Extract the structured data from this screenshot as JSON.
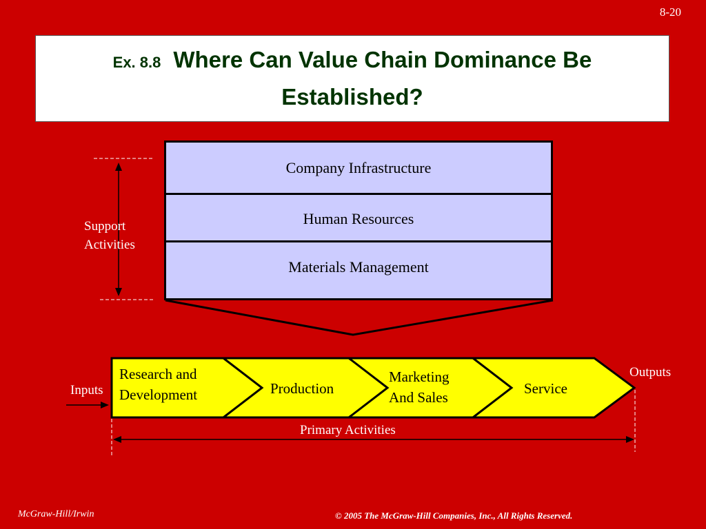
{
  "page_number": "8-20",
  "title": {
    "prefix": "Ex. 8.8",
    "text": "Where Can Value Chain Dominance Be Established?"
  },
  "support": {
    "label_line1": "Support",
    "label_line2": "Activities",
    "items": [
      "Company Infrastructure",
      "Human Resources",
      "Materials Management"
    ]
  },
  "primary": {
    "inputs_label": "Inputs",
    "outputs_label": "Outputs",
    "activities_label": "Primary Activities",
    "items": [
      {
        "line1": "Research and",
        "line2": "Development"
      },
      {
        "line1": "Production",
        "line2": ""
      },
      {
        "line1": "Marketing",
        "line2": "And Sales"
      },
      {
        "line1": "Service",
        "line2": ""
      }
    ]
  },
  "footer": {
    "left": "McGraw-Hill/Irwin",
    "right": "© 2005 The McGraw-Hill Companies, Inc., All Rights Reserved."
  },
  "colors": {
    "background": "#cc0000",
    "support_fill": "#ccccff",
    "primary_fill": "#ffff00",
    "title_text": "#003300"
  }
}
